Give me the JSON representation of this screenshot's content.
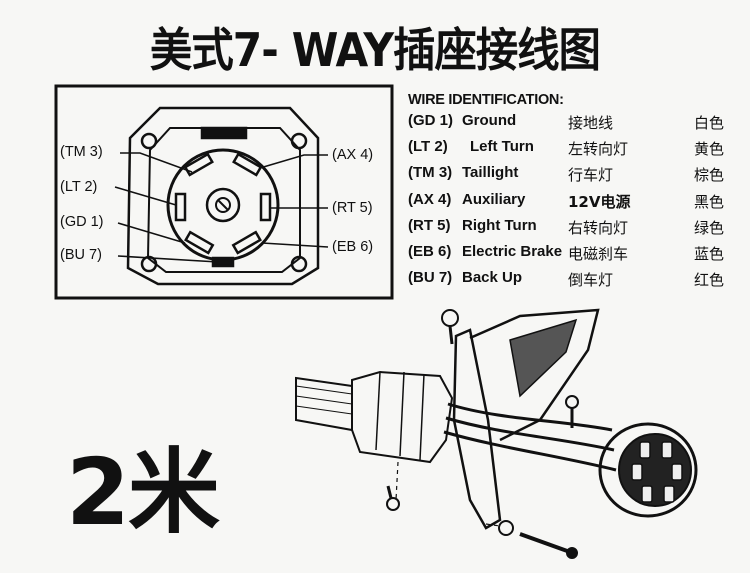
{
  "title": "美式7- WAY插座接线图",
  "length_label": "2米",
  "diagram_labels": {
    "tm3": "(TM 3)",
    "lt2": "(LT 2)",
    "gd1": "(GD 1)",
    "bu7": "(BU 7)",
    "ax4": "(AX 4)",
    "rt5": "(RT 5)",
    "eb6": "(EB 6)"
  },
  "wire_identification": {
    "title": "WIRE IDENTIFICATION:",
    "rows": [
      {
        "code": "(GD 1)",
        "name": "Ground",
        "cn": "接地线",
        "color": "白色"
      },
      {
        "code": "(LT 2)",
        "name": "Left Turn",
        "cn": "左转向灯",
        "color": "黄色"
      },
      {
        "code": "(TM 3)",
        "name": "Taillight",
        "cn": "行车灯",
        "color": "棕色"
      },
      {
        "code": "(AX 4)",
        "name": "Auxiliary",
        "cn": "12V电源",
        "color": "黑色"
      },
      {
        "code": "(RT 5)",
        "name": "Right Turn",
        "cn": "右转向灯",
        "color": "绿色"
      },
      {
        "code": "(EB 6)",
        "name": "Electric Brake",
        "cn": "电磁刹车",
        "color": "蓝色"
      },
      {
        "code": "(BU 7)",
        "name": "Back Up",
        "cn": "倒车灯",
        "color": "红色"
      }
    ]
  }
}
